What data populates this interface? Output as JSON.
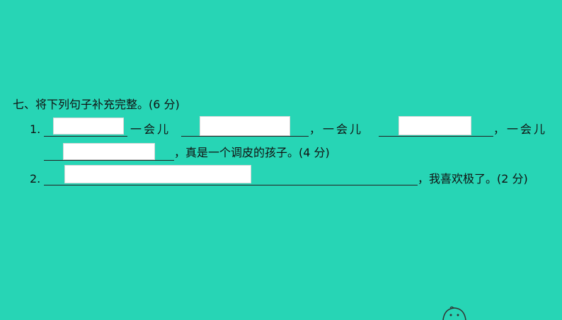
{
  "section": {
    "heading": "七、将下列句子补充完整。(6 分)"
  },
  "question1": {
    "number": "1.",
    "part1": "一会儿",
    "part2": "，一会儿",
    "part3": "，一会儿",
    "ending": "，真是一个调皮的孩子。(4 分)"
  },
  "question2": {
    "number": "2.",
    "ending": "，我喜欢极了。(2 分)"
  },
  "colors": {
    "background": "#27d5b5",
    "answer_box": "#ffffff"
  }
}
